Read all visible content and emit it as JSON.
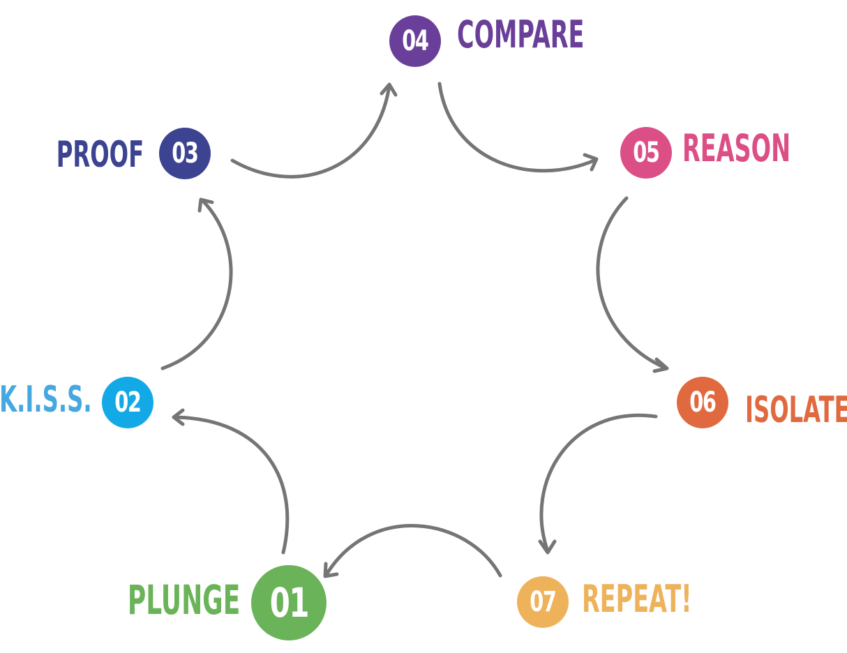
{
  "steps": [
    {
      "number": "01",
      "label": "PLUNGE",
      "color": "#6ab359"
    },
    {
      "number": "02",
      "label": "K.I.S.S.",
      "color": "#13a9e6"
    },
    {
      "number": "03",
      "label": "PROOF",
      "color": "#3c4390"
    },
    {
      "number": "04",
      "label": "COMPARE",
      "color": "#6a3f99"
    },
    {
      "number": "05",
      "label": "REASON",
      "color": "#dc4f86"
    },
    {
      "number": "06",
      "label": "ISOLATE",
      "color": "#e1693f"
    },
    {
      "number": "07",
      "label": "REPEAT!",
      "color": "#eeb25a"
    }
  ],
  "arrow_color": "#757575",
  "label_colors": {
    "02": "#45a8e0",
    "04": "#6a3f99"
  }
}
